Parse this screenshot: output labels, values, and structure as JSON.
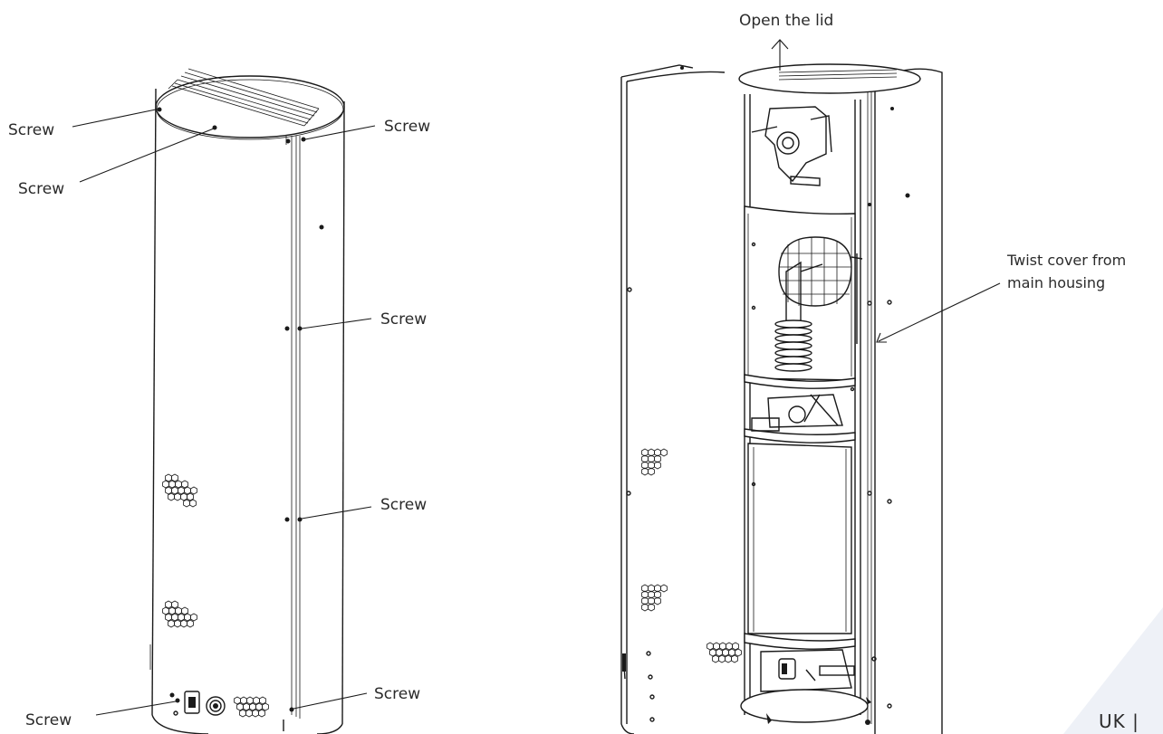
{
  "left_figure": {
    "labels": {
      "screw_top_left": "Screw",
      "screw_top_left_lower": "Screw",
      "screw_top_right": "Screw",
      "screw_mid_upper": "Screw",
      "screw_mid_lower": "Screw",
      "screw_bottom_left": "Screw",
      "screw_bottom_right": "Screw"
    }
  },
  "right_figure": {
    "labels": {
      "open_lid": "Open the lid",
      "twist_cover_line1": "Twist cover from",
      "twist_cover_line2": "main housing"
    }
  },
  "page": {
    "code": "UK |"
  }
}
